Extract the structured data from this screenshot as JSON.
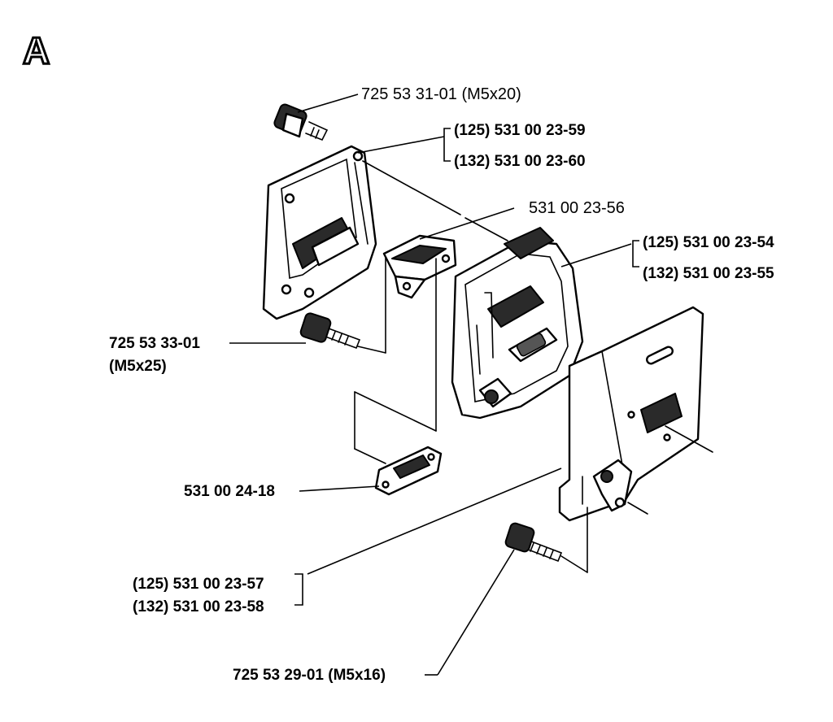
{
  "section_letter": "A",
  "callouts": {
    "screw_top": "725 53 31-01 (M5x20)",
    "cover_125": "(125) 531 00 23-59",
    "cover_132": "(132) 531 00 23-60",
    "bracket": "531 00 23-56",
    "muffler_125": "(125) 531 00 23-54",
    "muffler_132": "(132) 531 00 23-55",
    "screw_left_code": "725 53 33-01",
    "screw_left_size": "(M5x25)",
    "gasket": "531 00 24-18",
    "plate_125": "(125) 531 00 23-57",
    "plate_132": "(132) 531 00 23-58",
    "screw_bottom": "725 53 29-01 (M5x16)"
  }
}
